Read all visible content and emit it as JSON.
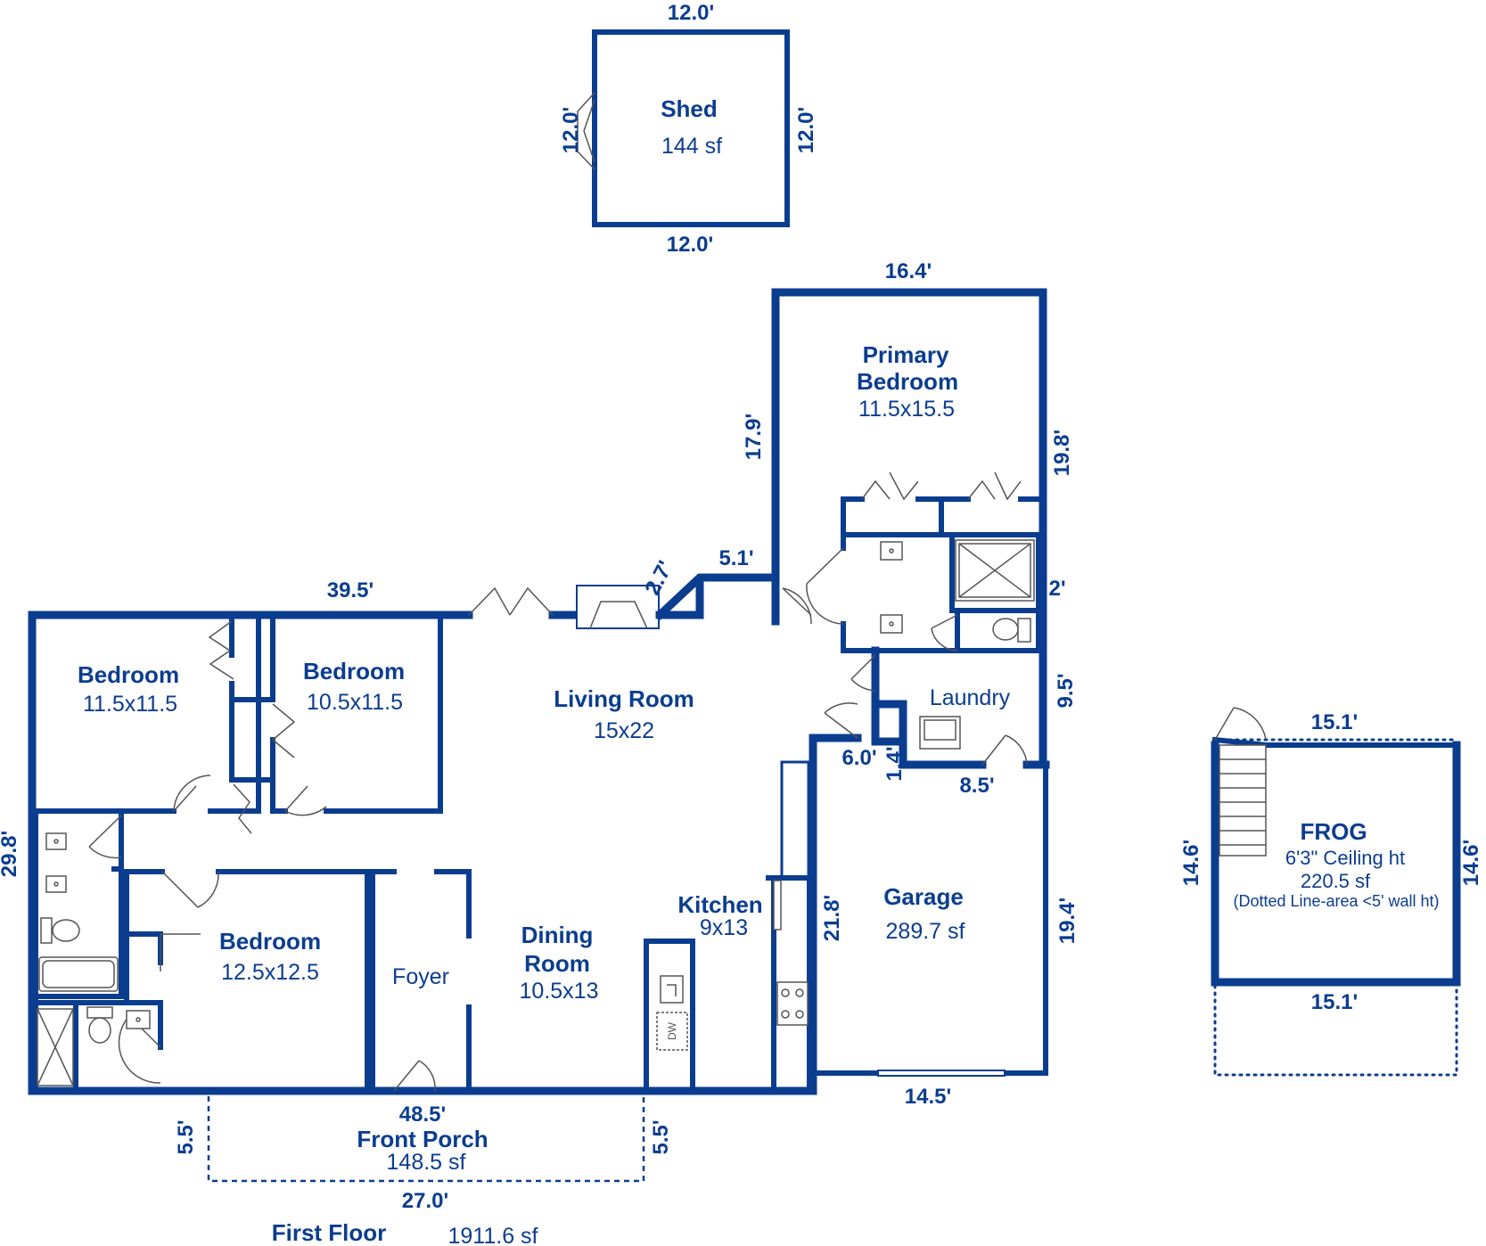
{
  "plan": {
    "floor_label": "First Floor",
    "floor_area": "1911.6 sf",
    "colors": {
      "wall": "#0b3d8f",
      "fixture_outline": "#555555",
      "background": "#ffffff"
    }
  },
  "rooms": {
    "shed": {
      "name": "Shed",
      "size": "144 sf"
    },
    "primary_bedroom": {
      "name_line1": "Primary",
      "name_line2": "Bedroom",
      "size": "11.5x15.5"
    },
    "bedroom_a": {
      "name": "Bedroom",
      "size": "11.5x11.5"
    },
    "bedroom_b": {
      "name": "Bedroom",
      "size": "10.5x11.5"
    },
    "bedroom_c": {
      "name": "Bedroom",
      "size": "12.5x12.5"
    },
    "living_room": {
      "name": "Living Room",
      "size": "15x22"
    },
    "laundry": {
      "name": "Laundry"
    },
    "foyer": {
      "name": "Foyer"
    },
    "dining_room": {
      "name_line1": "Dining",
      "name_line2": "Room",
      "size": "10.5x13"
    },
    "kitchen": {
      "name": "Kitchen",
      "size": "9x13"
    },
    "garage": {
      "name": "Garage",
      "size": "289.7 sf"
    },
    "front_porch": {
      "name": "Front Porch",
      "size": "148.5 sf"
    },
    "frog": {
      "name": "FROG",
      "ceiling": "6'3\" Ceiling ht",
      "size": "220.5 sf",
      "note": "(Dotted Line-area <5' wall ht)"
    }
  },
  "fixtures": {
    "dishwasher": "DW"
  },
  "dimensions": {
    "shed_top": "12.0'",
    "shed_bottom": "12.0'",
    "shed_left": "12.0'",
    "shed_right": "12.0'",
    "primary_top": "16.4'",
    "primary_left": "17.9'",
    "primary_right": "19.8'",
    "step_top": "5.1'",
    "step_diag": "2.7'",
    "bath_right": "2'",
    "main_top": "39.5'",
    "laundry_right": "9.5'",
    "laundry_left": "6.0'",
    "laundry_small": "1.4'",
    "laundry_bottom": "8.5'",
    "main_left": "29.8'",
    "kitchen_right": "21.8'",
    "garage_right": "19.4'",
    "front": "48.5'",
    "garage_bottom": "14.5'",
    "porch_left": "5.5'",
    "porch_right": "5.5'",
    "porch_bottom": "27.0'",
    "frog_top": "15.1'",
    "frog_bottom": "15.1'",
    "frog_left": "14.6'",
    "frog_right": "14.6'"
  }
}
